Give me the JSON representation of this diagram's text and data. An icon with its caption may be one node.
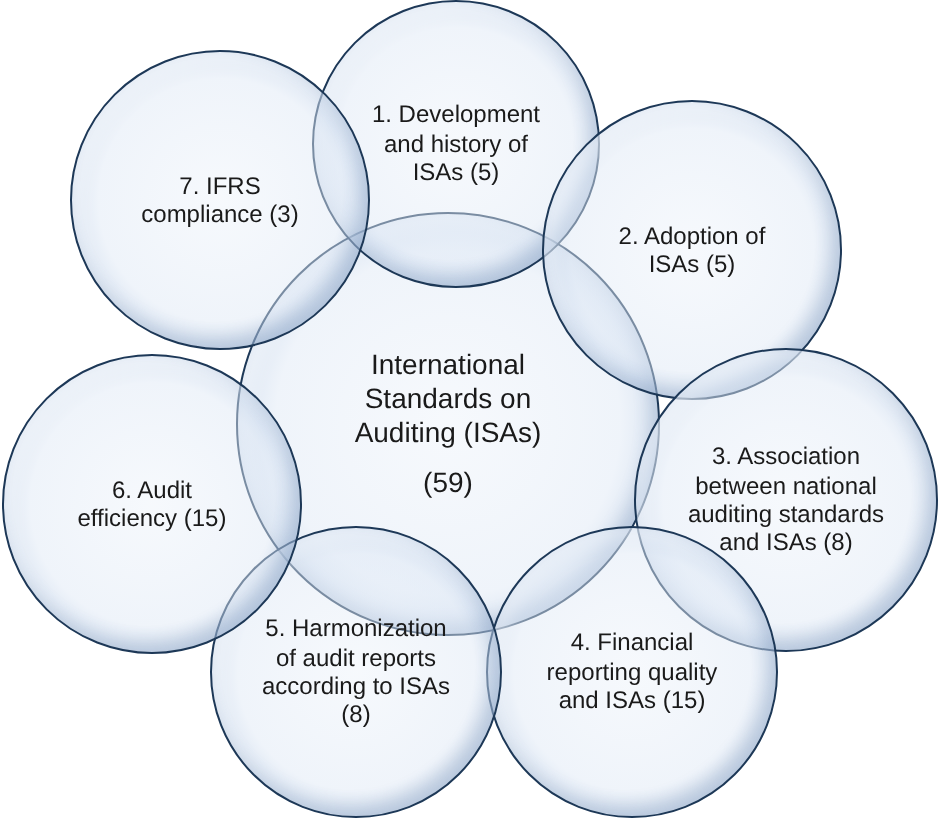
{
  "diagram": {
    "nodes": [
      {
        "text": [
          "International Standards on Auditing (ISAs)",
          "(59)"
        ]
      },
      {
        "text": [
          "1. Development and history of ISAs (5)"
        ]
      },
      {
        "text": [
          "2. Adoption of ISAs (5)"
        ]
      },
      {
        "text": [
          "3. Association between national auditing standards and ISAs (8)"
        ]
      },
      {
        "text": [
          "4. Financial reporting quality and ISAs (15)"
        ]
      },
      {
        "text": [
          "5. Harmonization of audit reports according to ISAs (8)"
        ]
      },
      {
        "text": [
          "6. Audit efficiency (15)"
        ]
      },
      {
        "text": [
          "7. IFRS compliance (3)"
        ]
      }
    ]
  }
}
